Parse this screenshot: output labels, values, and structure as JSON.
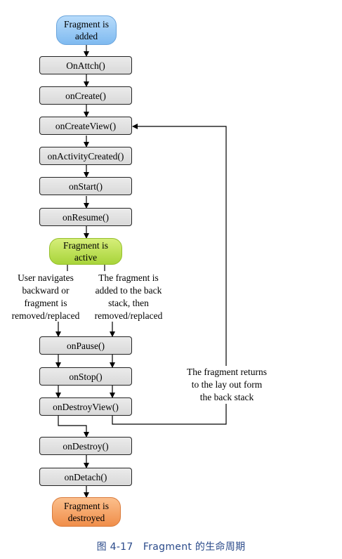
{
  "start": "Fragment is added",
  "steps": {
    "attach": "OnAttch()",
    "create": "onCreate()",
    "create_view": "onCreateView()",
    "activity_created": "onActivityCreated()",
    "start": "onStart()",
    "resume": "onResume()",
    "pause": "onPause()",
    "stop": "onStop()",
    "destroy_view": "onDestroyView()",
    "destroy": "onDestroy()",
    "detach": "onDetach()"
  },
  "active": "Fragment is active",
  "end": "Fragment is destroyed",
  "labels": {
    "left": "User navigates backward or fragment is removed/replaced",
    "middle": "The fragment is added to the back stack, then removed/replaced",
    "right": "The fragment returns to the lay out form the back stack"
  },
  "caption": "图 4-17　Fragment 的生命周期"
}
